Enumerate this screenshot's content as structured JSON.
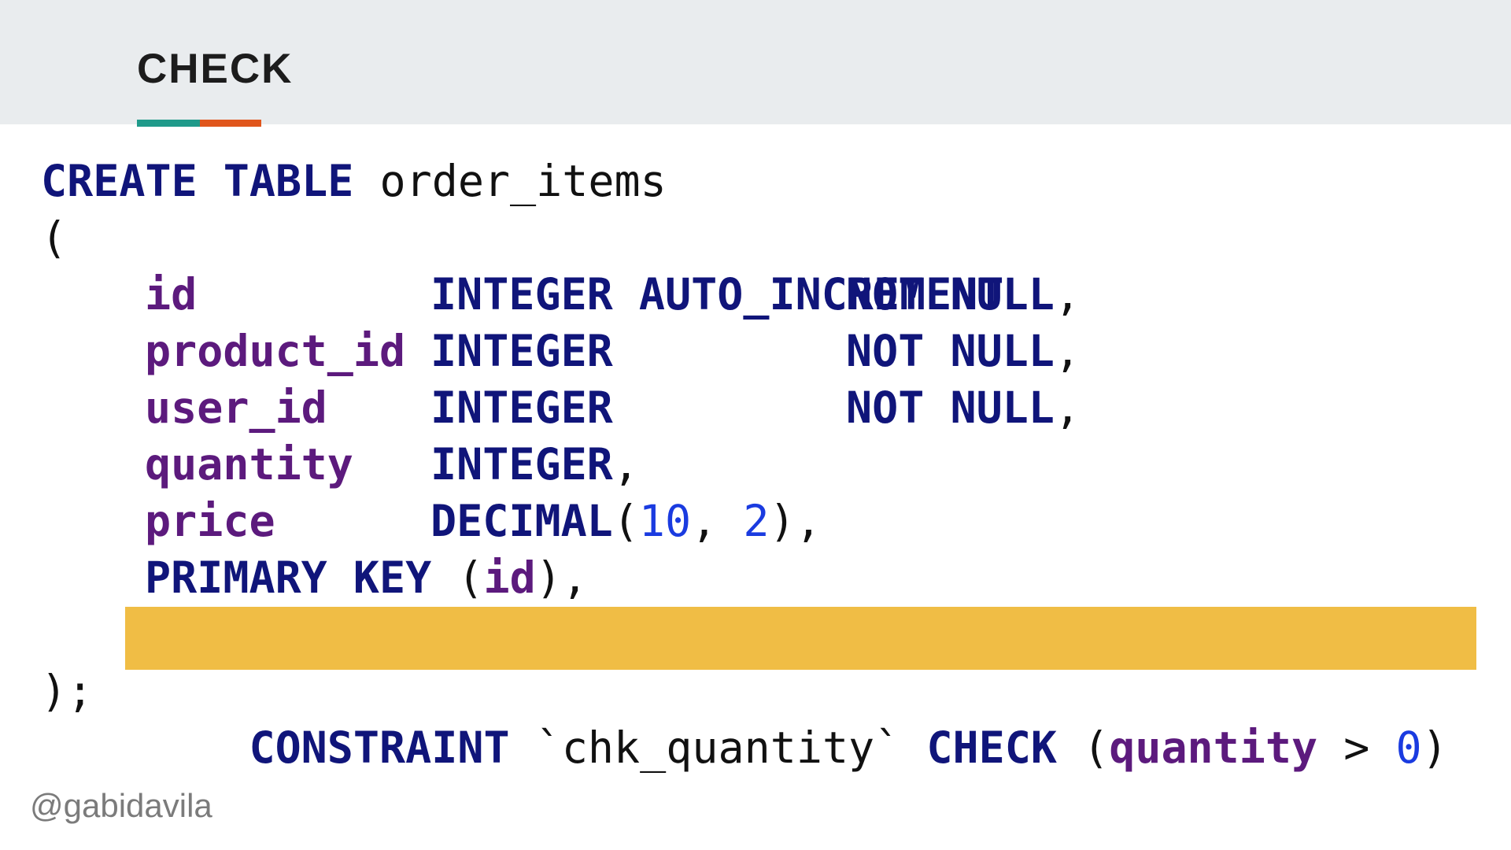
{
  "slide": {
    "title": "CHECK",
    "footer": "@gabidavila"
  },
  "colors": {
    "header_bg": "#e9ecee",
    "accent_teal": "#1f9a8a",
    "accent_orange": "#e0561c",
    "keyword": "#10157a",
    "column": "#5c1a7d",
    "number": "#1a3be0",
    "highlight": "#f0bd45"
  },
  "code": {
    "l1": {
      "kw": "CREATE TABLE",
      "name": "order_items"
    },
    "l2": {
      "open": "("
    },
    "l3": {
      "col": "id",
      "type": "INTEGER AUTO_INCREMENT",
      "constraint": "NOT NULL",
      "sep": ","
    },
    "l4": {
      "col": "product_id",
      "type": "INTEGER",
      "constraint": "NOT NULL",
      "sep": ","
    },
    "l5": {
      "col": "user_id",
      "type": "INTEGER",
      "constraint": "NOT NULL",
      "sep": ","
    },
    "l6": {
      "col": "quantity",
      "type": "INTEGER",
      "sep": ","
    },
    "l7": {
      "col": "price",
      "type": "DECIMAL",
      "open": "(",
      "n1": "10",
      "comma": ", ",
      "n2": "2",
      "close": "),"
    },
    "l8": {
      "kw": "PRIMARY KEY",
      "open": " (",
      "col": "id",
      "close": "),"
    },
    "l9": {
      "kw": "CONSTRAINT",
      "name": " `chk_quantity` ",
      "kw2": "CHECK",
      "open": " (",
      "col": "quantity",
      "op": " > ",
      "num": "0",
      "close": ")"
    },
    "l10": {
      "close": ");"
    }
  }
}
